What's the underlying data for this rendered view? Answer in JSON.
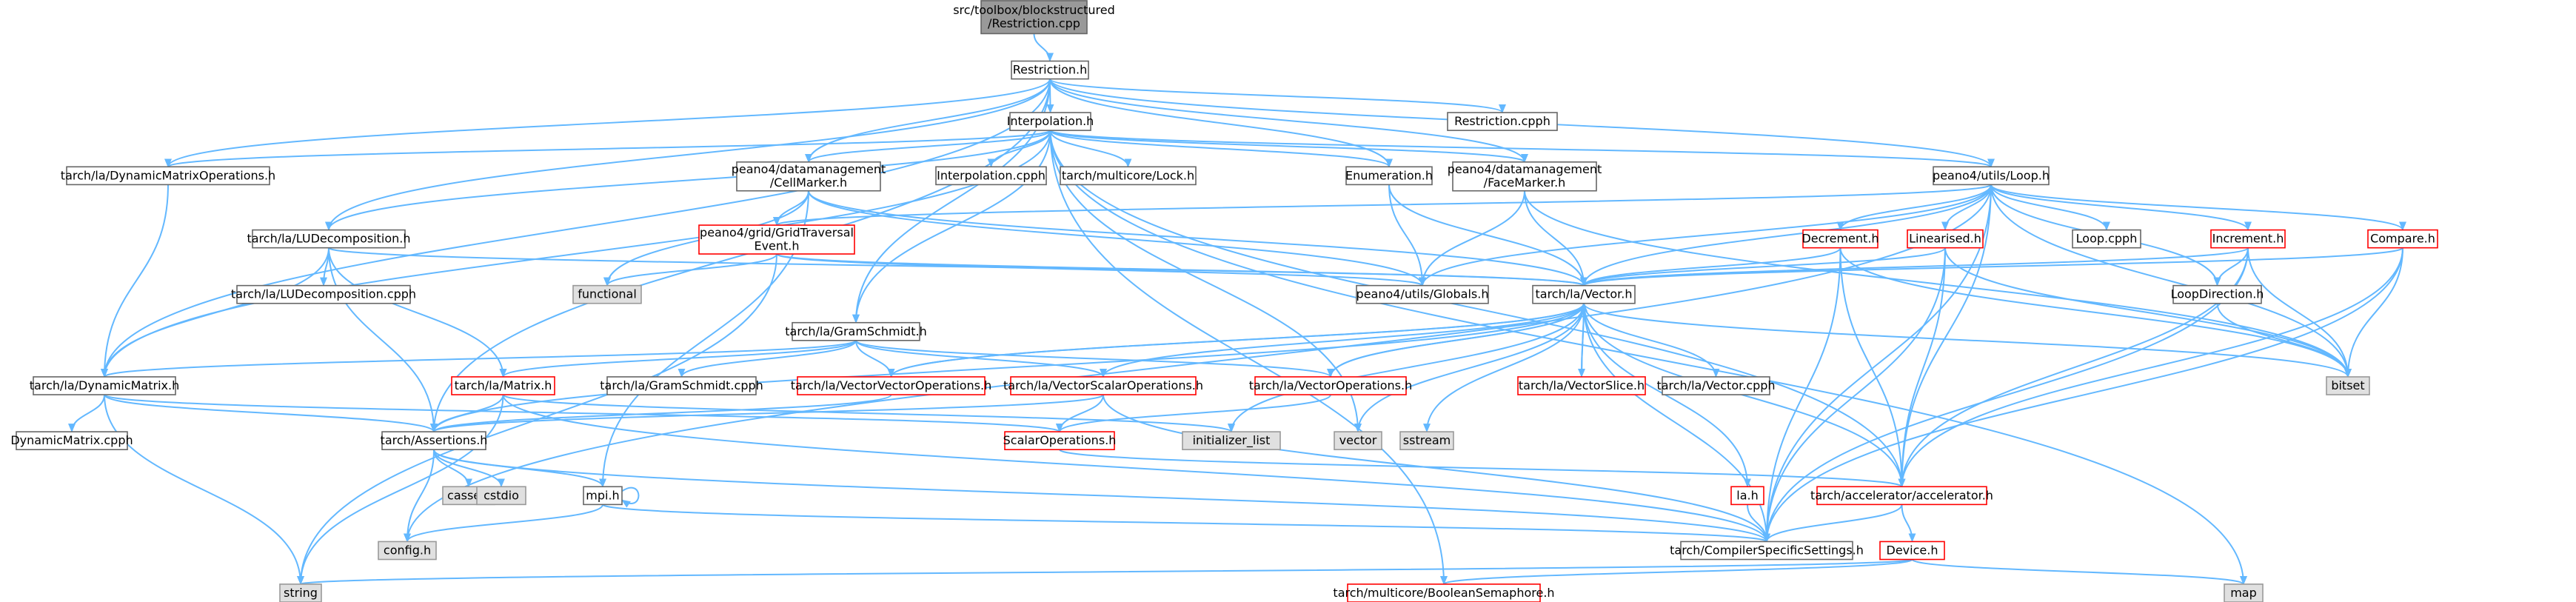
{
  "colors": {
    "edge": "#63b8ff",
    "normal_fill": "#ffffff",
    "normal_border": "#666666",
    "root_fill": "#999999",
    "root_border": "#666666",
    "missing_fill": "#e0e0e0",
    "missing_border": "#999999",
    "link_fill": "#ffffff",
    "link_border": "#ff0000"
  },
  "nodes": [
    {
      "id": "root",
      "kind": "root",
      "lines": [
        "src/toolbox/blockstructured",
        "/Restriction.cpp"
      ]
    },
    {
      "id": "restriction_h",
      "kind": "normal",
      "lines": [
        "Restriction.h"
      ]
    },
    {
      "id": "interpolation_h",
      "kind": "normal",
      "lines": [
        "Interpolation.h"
      ]
    },
    {
      "id": "restriction_cpph",
      "kind": "normal",
      "lines": [
        "Restriction.cpph"
      ]
    },
    {
      "id": "dynmatops",
      "kind": "normal",
      "lines": [
        "tarch/la/DynamicMatrixOperations.h"
      ]
    },
    {
      "id": "cellmarker",
      "kind": "normal",
      "lines": [
        "peano4/datamanagement",
        "/CellMarker.h"
      ]
    },
    {
      "id": "interp_cpph",
      "kind": "normal",
      "lines": [
        "Interpolation.cpph"
      ]
    },
    {
      "id": "lock",
      "kind": "normal",
      "lines": [
        "tarch/multicore/Lock.h"
      ]
    },
    {
      "id": "enumeration",
      "kind": "normal",
      "lines": [
        "Enumeration.h"
      ]
    },
    {
      "id": "facemarker",
      "kind": "normal",
      "lines": [
        "peano4/datamanagement",
        "/FaceMarker.h"
      ]
    },
    {
      "id": "loop_h",
      "kind": "normal",
      "lines": [
        "peano4/utils/Loop.h"
      ]
    },
    {
      "id": "ludecomp",
      "kind": "normal",
      "lines": [
        "tarch/la/LUDecomposition.h"
      ]
    },
    {
      "id": "gridtraversal",
      "kind": "link",
      "lines": [
        "peano4/grid/GridTraversal",
        "Event.h"
      ]
    },
    {
      "id": "decrement",
      "kind": "link",
      "lines": [
        "Decrement.h"
      ]
    },
    {
      "id": "linearised",
      "kind": "link",
      "lines": [
        "Linearised.h"
      ]
    },
    {
      "id": "loop_cpph",
      "kind": "normal",
      "lines": [
        "Loop.cpph"
      ]
    },
    {
      "id": "increment",
      "kind": "link",
      "lines": [
        "Increment.h"
      ]
    },
    {
      "id": "compare",
      "kind": "link",
      "lines": [
        "Compare.h"
      ]
    },
    {
      "id": "ludecomp_cpph",
      "kind": "normal",
      "lines": [
        "tarch/la/LUDecomposition.cpph"
      ]
    },
    {
      "id": "functional",
      "kind": "missing",
      "lines": [
        "functional"
      ]
    },
    {
      "id": "globals",
      "kind": "normal",
      "lines": [
        "peano4/utils/Globals.h"
      ]
    },
    {
      "id": "vector_h",
      "kind": "normal",
      "lines": [
        "tarch/la/Vector.h"
      ]
    },
    {
      "id": "loopdirection",
      "kind": "normal",
      "lines": [
        "LoopDirection.h"
      ]
    },
    {
      "id": "gramschmidt",
      "kind": "normal",
      "lines": [
        "tarch/la/GramSchmidt.h"
      ]
    },
    {
      "id": "bitset",
      "kind": "missing",
      "lines": [
        "bitset"
      ]
    },
    {
      "id": "dynmatrix",
      "kind": "normal",
      "lines": [
        "tarch/la/DynamicMatrix.h"
      ]
    },
    {
      "id": "matrix_h",
      "kind": "link",
      "lines": [
        "tarch/la/Matrix.h"
      ]
    },
    {
      "id": "gs_cpph",
      "kind": "normal",
      "lines": [
        "tarch/la/GramSchmidt.cpph"
      ]
    },
    {
      "id": "vvops",
      "kind": "link",
      "lines": [
        "tarch/la/VectorVectorOperations.h"
      ]
    },
    {
      "id": "vsops",
      "kind": "link",
      "lines": [
        "tarch/la/VectorScalarOperations.h"
      ]
    },
    {
      "id": "vops",
      "kind": "link",
      "lines": [
        "tarch/la/VectorOperations.h"
      ]
    },
    {
      "id": "vslice",
      "kind": "link",
      "lines": [
        "tarch/la/VectorSlice.h"
      ]
    },
    {
      "id": "vector_cpph",
      "kind": "normal",
      "lines": [
        "tarch/la/Vector.cpph"
      ]
    },
    {
      "id": "dynmat_cpph",
      "kind": "normal",
      "lines": [
        "DynamicMatrix.cpph"
      ]
    },
    {
      "id": "assertions",
      "kind": "normal",
      "lines": [
        "tarch/Assertions.h"
      ]
    },
    {
      "id": "init_list",
      "kind": "missing",
      "lines": [
        "initializer_list"
      ]
    },
    {
      "id": "vector_std",
      "kind": "missing",
      "lines": [
        "vector"
      ]
    },
    {
      "id": "sstream",
      "kind": "missing",
      "lines": [
        "sstream"
      ]
    },
    {
      "id": "scalarops",
      "kind": "link",
      "lines": [
        "ScalarOperations.h"
      ]
    },
    {
      "id": "cassert",
      "kind": "missing",
      "lines": [
        "cassert"
      ]
    },
    {
      "id": "cstdio",
      "kind": "missing",
      "lines": [
        "cstdio"
      ]
    },
    {
      "id": "mpi",
      "kind": "normal",
      "lines": [
        "mpi.h"
      ]
    },
    {
      "id": "la_h",
      "kind": "link",
      "lines": [
        "la.h"
      ]
    },
    {
      "id": "accelerator",
      "kind": "link",
      "lines": [
        "tarch/accelerator/accelerator.h"
      ]
    },
    {
      "id": "config",
      "kind": "missing",
      "lines": [
        "config.h"
      ]
    },
    {
      "id": "compiler",
      "kind": "normal",
      "lines": [
        "tarch/CompilerSpecificSettings.h"
      ]
    },
    {
      "id": "device",
      "kind": "link",
      "lines": [
        "Device.h"
      ]
    },
    {
      "id": "string",
      "kind": "missing",
      "lines": [
        "string"
      ]
    },
    {
      "id": "boolsem",
      "kind": "link",
      "lines": [
        "tarch/multicore/BooleanSemaphore.h"
      ]
    },
    {
      "id": "map",
      "kind": "missing",
      "lines": [
        "map"
      ]
    }
  ]
}
